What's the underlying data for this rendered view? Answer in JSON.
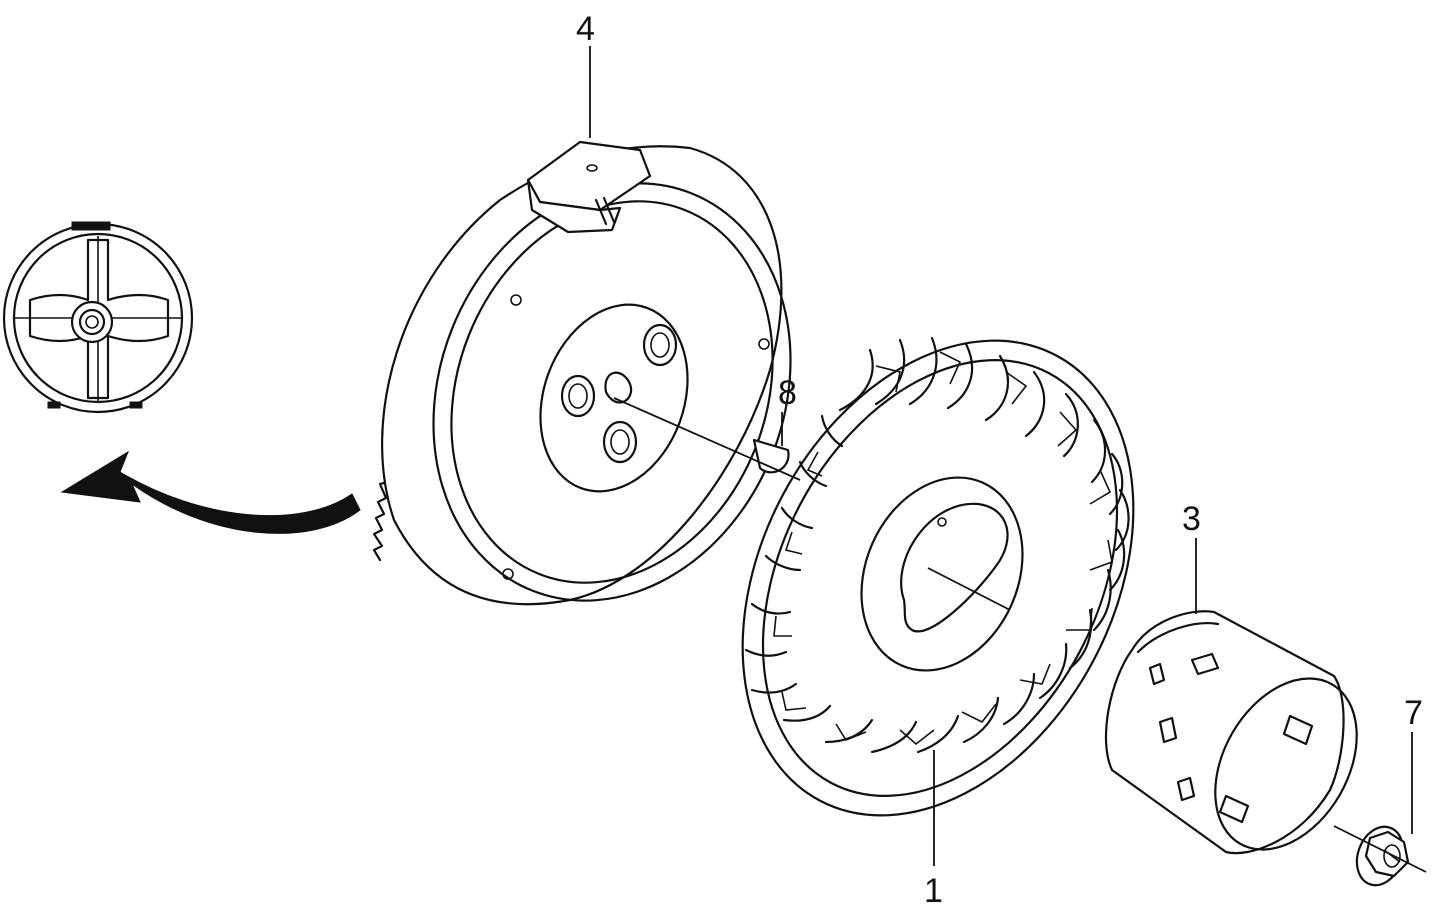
{
  "diagram": {
    "type": "exploded-parts-view",
    "callouts": [
      {
        "id": "part-4",
        "label": "4"
      },
      {
        "id": "part-8",
        "label": "8"
      },
      {
        "id": "part-3",
        "label": "3"
      },
      {
        "id": "part-7",
        "label": "7"
      },
      {
        "id": "part-1",
        "label": "1"
      }
    ],
    "colors": {
      "line": "#111111",
      "background": "#ffffff"
    }
  }
}
